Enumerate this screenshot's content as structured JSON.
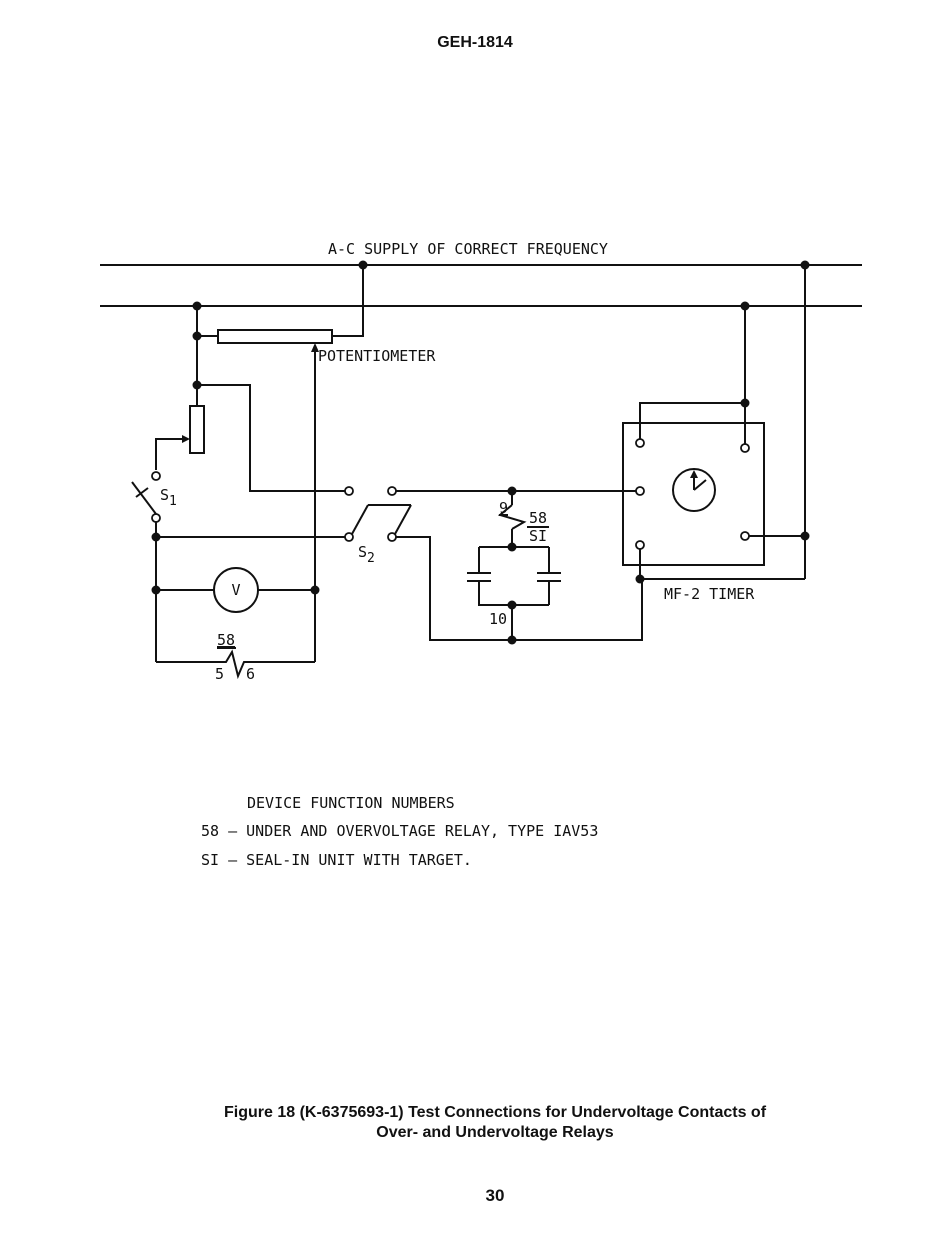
{
  "header": {
    "doc_id": "GEH-1814"
  },
  "diagram": {
    "supply_label": "A-C SUPPLY OF CORRECT FREQUENCY",
    "potentiometer_label": "POTENTIOMETER",
    "switch1": {
      "letter": "S",
      "sub": "1"
    },
    "switch2": {
      "letter": "S",
      "sub": "2"
    },
    "voltmeter_label": "V",
    "relay_left": {
      "device": "58",
      "terminal_a": "5",
      "terminal_b": "6"
    },
    "relay_center": {
      "device": "58",
      "unit": "SI",
      "terminal_top": "9",
      "terminal_bottom": "10"
    },
    "timer_label": "MF-2 TIMER"
  },
  "legend": {
    "title": "DEVICE FUNCTION NUMBERS",
    "items": [
      {
        "code": "58",
        "text": "UNDER AND OVERVOLTAGE RELAY, TYPE IAV53"
      },
      {
        "code": "SI",
        "text": "SEAL-IN UNIT WITH TARGET."
      }
    ]
  },
  "caption": {
    "line1": "Figure 18 (K-6375693-1) Test Connections for Undervoltage Contacts of",
    "line2": "Over- and Undervoltage Relays"
  },
  "page_number": "30"
}
